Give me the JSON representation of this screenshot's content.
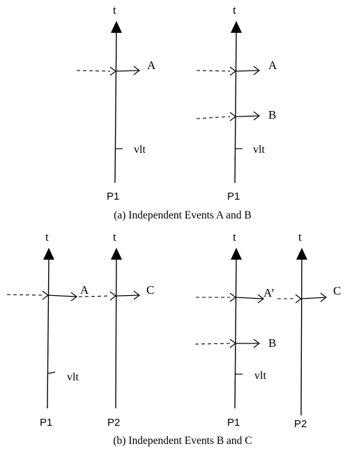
{
  "labels": {
    "t": "t",
    "vlt": "vlt",
    "p1": "P1",
    "p2": "P2",
    "event_a": "A",
    "event_a_prime": "A’",
    "event_b": "B",
    "event_c": "C"
  },
  "captions": {
    "a": "(a) Independent Events A and B",
    "b": "(b) Independent Events B and C"
  }
}
